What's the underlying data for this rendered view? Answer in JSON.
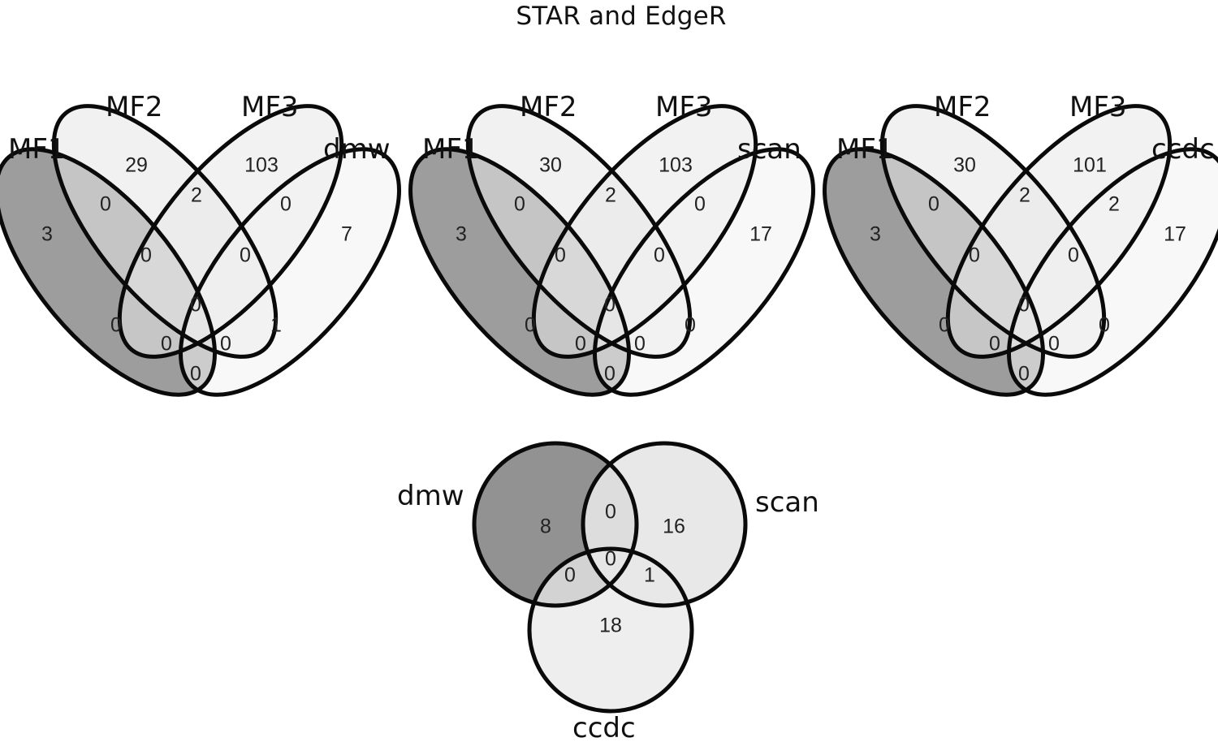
{
  "title": "STAR and EdgeR",
  "chart_data": [
    {
      "type": "venn",
      "id": "mf-dmw",
      "sets": [
        "MF1",
        "MF2",
        "MF3",
        "dmw"
      ],
      "regions": {
        "MF1": 3,
        "MF2": 29,
        "MF3": 103,
        "dmw": 7,
        "MF1&MF2": 0,
        "MF2&MF3": 2,
        "MF3&dmw": 0,
        "MF1&MF2&MF3": 0,
        "MF2&MF3&dmw": 0,
        "MF1&MF2&MF3&dmw": 0,
        "MF1&MF3": 0,
        "MF2&dmw": 1,
        "MF1&MF3&dmw": 0,
        "MF1&MF2&dmw": 0,
        "MF1&dmw": 0
      }
    },
    {
      "type": "venn",
      "id": "mf-scan",
      "sets": [
        "MF1",
        "MF2",
        "MF3",
        "scan"
      ],
      "regions": {
        "MF1": 3,
        "MF2": 30,
        "MF3": 103,
        "scan": 17,
        "MF1&MF2": 0,
        "MF2&MF3": 2,
        "MF3&scan": 0,
        "MF1&MF2&MF3": 0,
        "MF2&MF3&scan": 0,
        "MF1&MF2&MF3&scan": 0,
        "MF1&MF3": 0,
        "MF2&scan": 0,
        "MF1&MF3&scan": 0,
        "MF1&MF2&scan": 0,
        "MF1&scan": 0
      }
    },
    {
      "type": "venn",
      "id": "mf-ccdc",
      "sets": [
        "MF1",
        "MF2",
        "MF3",
        "ccdc"
      ],
      "regions": {
        "MF1": 3,
        "MF2": 30,
        "MF3": 101,
        "ccdc": 17,
        "MF1&MF2": 0,
        "MF2&MF3": 2,
        "MF3&ccdc": 2,
        "MF1&MF2&MF3": 0,
        "MF2&MF3&ccdc": 0,
        "MF1&MF2&MF3&ccdc": 0,
        "MF1&MF3": 0,
        "MF2&ccdc": 0,
        "MF1&MF3&ccdc": 0,
        "MF1&MF2&ccdc": 0,
        "MF1&ccdc": 0
      }
    },
    {
      "type": "venn",
      "id": "dmw-scan-ccdc",
      "sets": [
        "dmw",
        "scan",
        "ccdc"
      ],
      "regions": {
        "dmw": 8,
        "scan": 16,
        "ccdc": 18,
        "dmw&scan": 0,
        "dmw&ccdc": 0,
        "scan&ccdc": 1,
        "dmw&scan&ccdc": 0
      }
    }
  ],
  "colors": {
    "set1_fill": "#8c8c8c",
    "set2_fill": "#e6e6e6",
    "set3_fill": "#e8e8e8",
    "set4_fill": "#f2f2f2",
    "outline": "#0a0a0a"
  }
}
